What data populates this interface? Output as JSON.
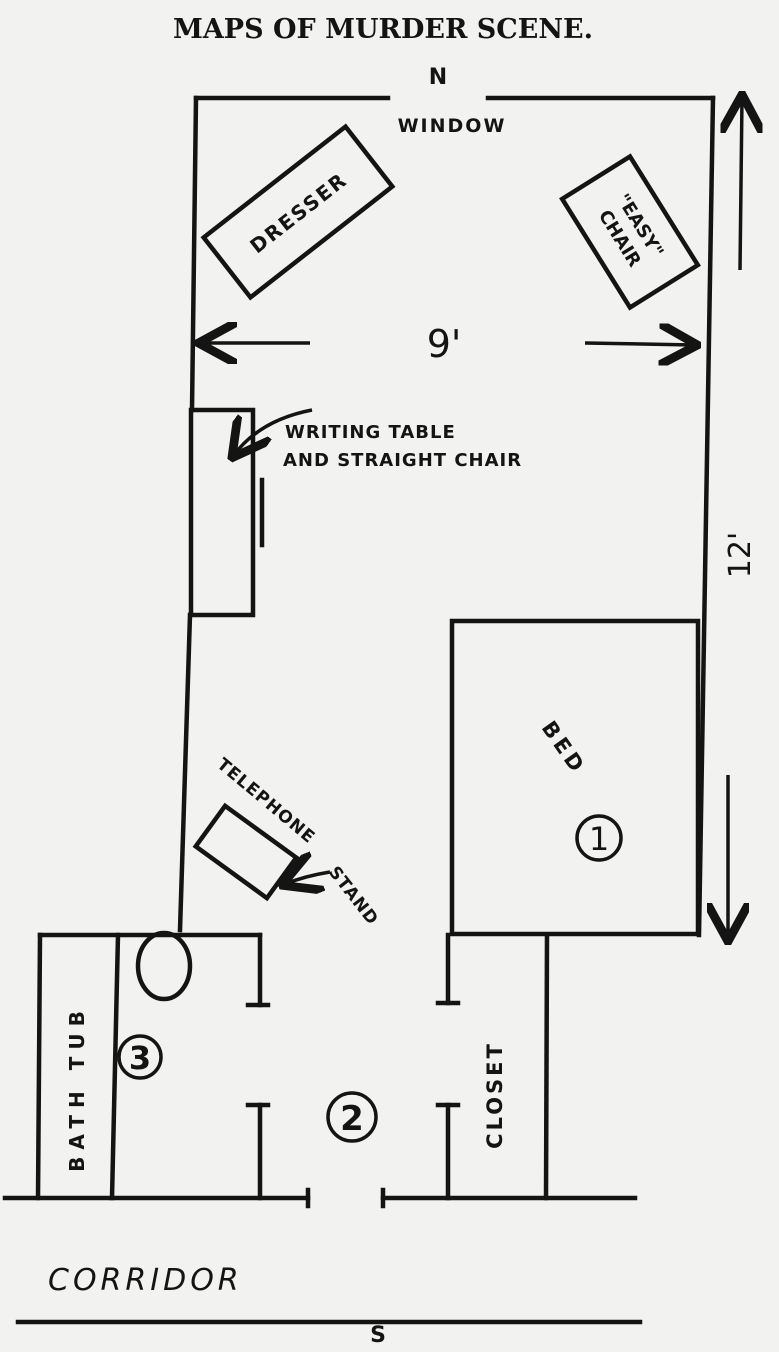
{
  "title": "MAPS OF MURDER SCENE.",
  "compass": {
    "north": "N",
    "south": "S"
  },
  "labels": {
    "window": "WINDOW",
    "dresser": "DRESSER",
    "easy_chair_line1": "\"EASY\"",
    "easy_chair_line2": "CHAIR",
    "width_dim": "9'",
    "length_dim": "12'",
    "writing_table_line1": "WRITING TABLE",
    "writing_table_line2": "AND STRAIGHT CHAIR",
    "bed": "BED",
    "telephone_stand_line1": "TELEPHONE",
    "telephone_stand_line2": "STAND",
    "bath_tub": "BATH TUB",
    "closet": "CLOSET",
    "corridor": "CORRIDOR"
  },
  "markers": [
    "1",
    "2",
    "3"
  ],
  "colors": {
    "ink": "#141414",
    "paper": "#f2f2f0"
  }
}
